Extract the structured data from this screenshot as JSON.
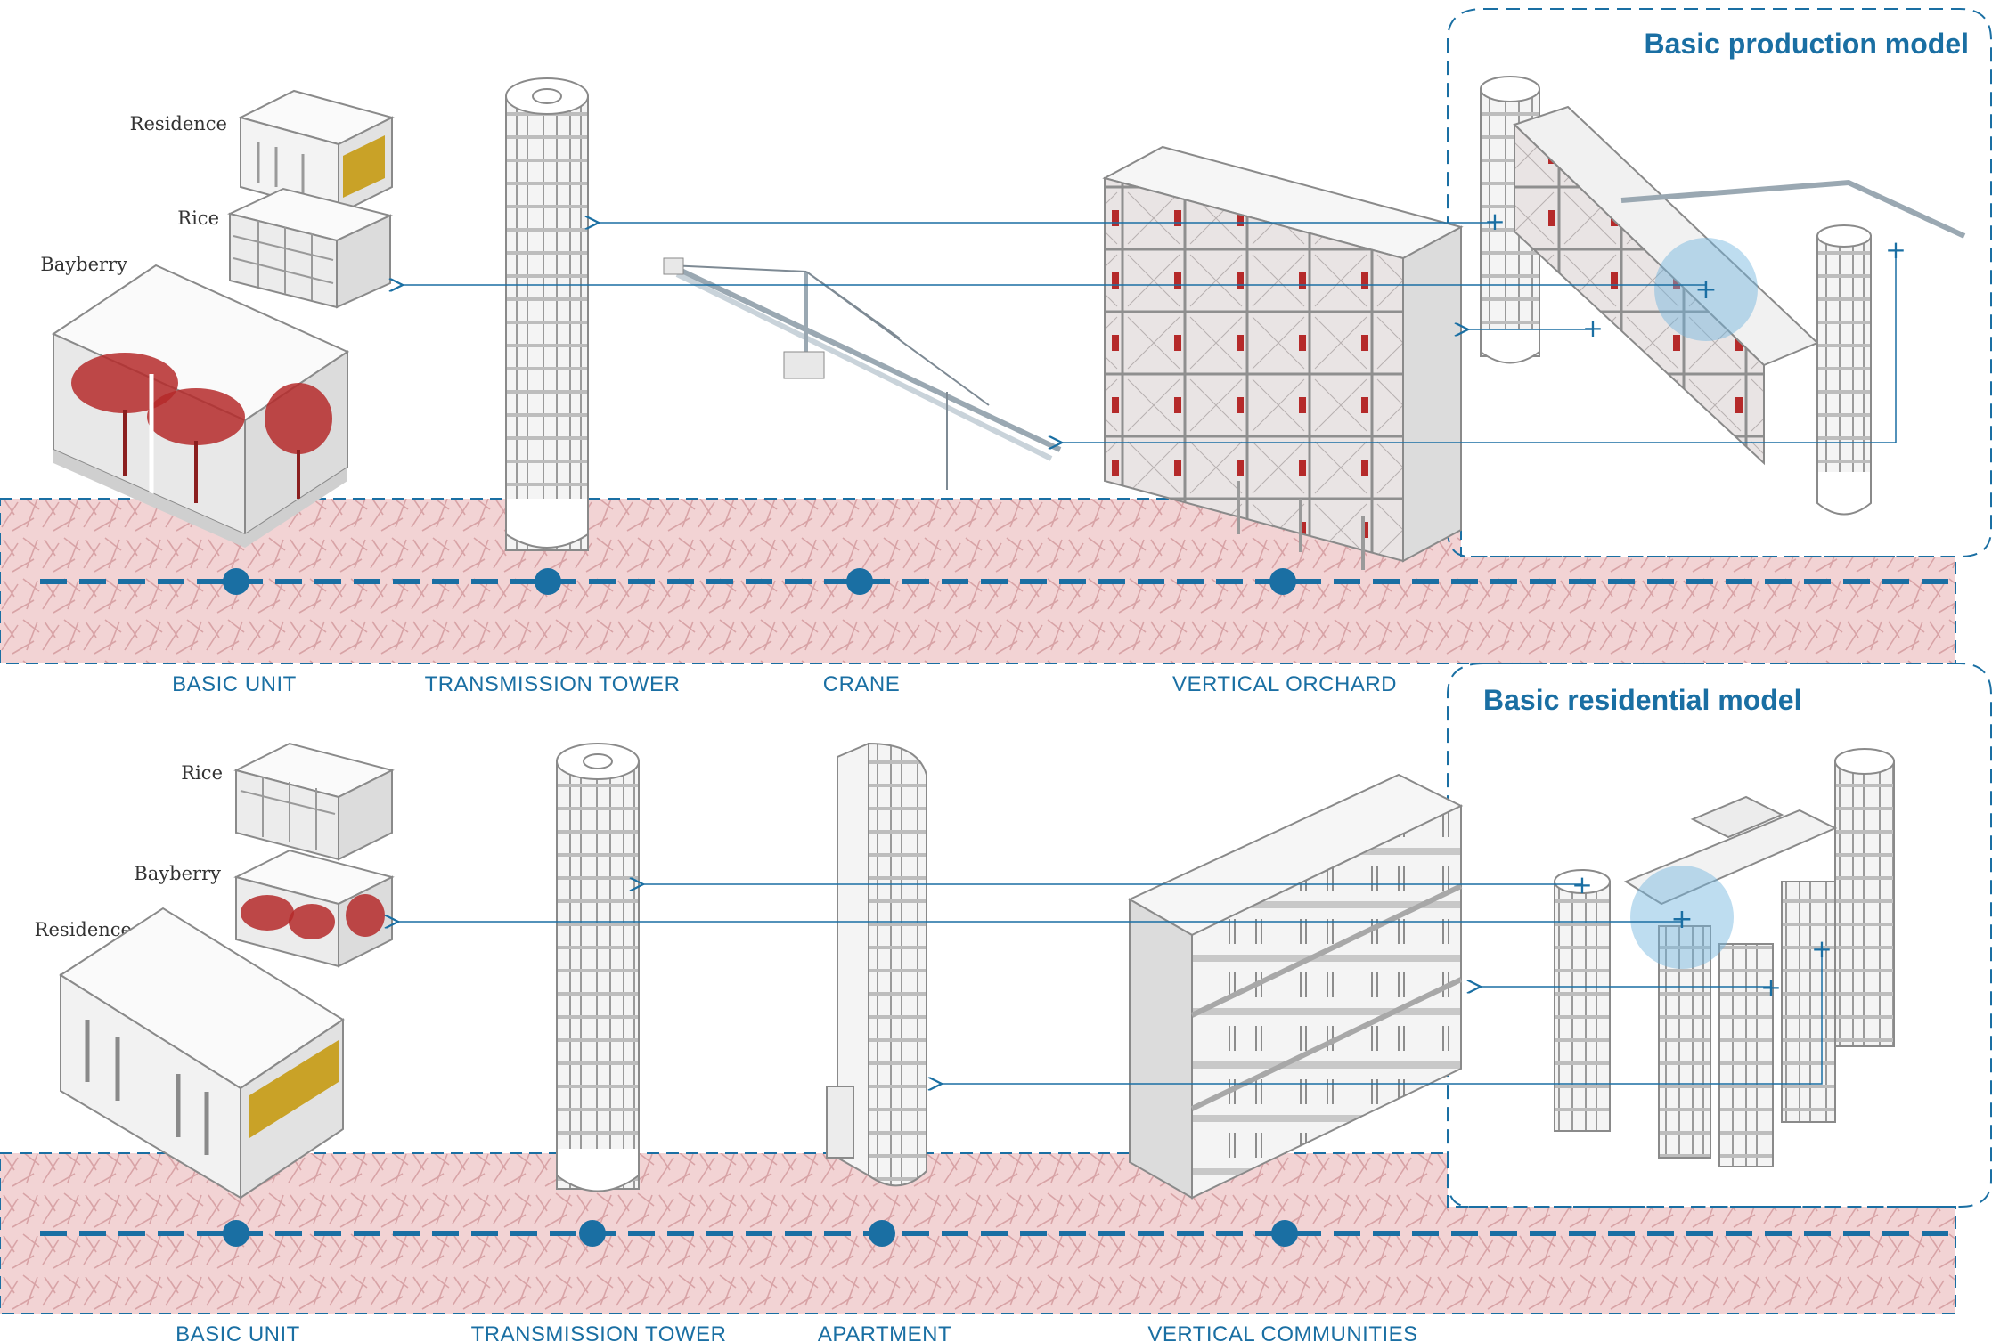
{
  "colors": {
    "accent": "#1a6fa3",
    "ground": "#f2d3d4",
    "ground_hatch": "#d9a6a8",
    "bayberry": "#b52a2a",
    "wood": "#c9a227",
    "building": "#f4f4f4",
    "shadow": "#9dcbe8"
  },
  "production": {
    "title": "Basic production model",
    "module_labels": {
      "residence": "Residence",
      "rice": "Rice",
      "bayberry": "Bayberry"
    },
    "stages": {
      "basic_unit": "BASIC UNIT",
      "transmission_tower": "TRANSMISSION TOWER",
      "crane": "CRANE",
      "vertical_orchard": "VERTICAL ORCHARD"
    }
  },
  "residential": {
    "title": "Basic residential model",
    "module_labels": {
      "rice": "Rice",
      "bayberry": "Bayberry",
      "residence": "Residence"
    },
    "stages": {
      "basic_unit": "BASIC UNIT",
      "transmission_tower": "TRANSMISSION TOWER",
      "apartment": "APARTMENT",
      "vertical_communities": "VERTICAL COMMUNITIES"
    }
  }
}
